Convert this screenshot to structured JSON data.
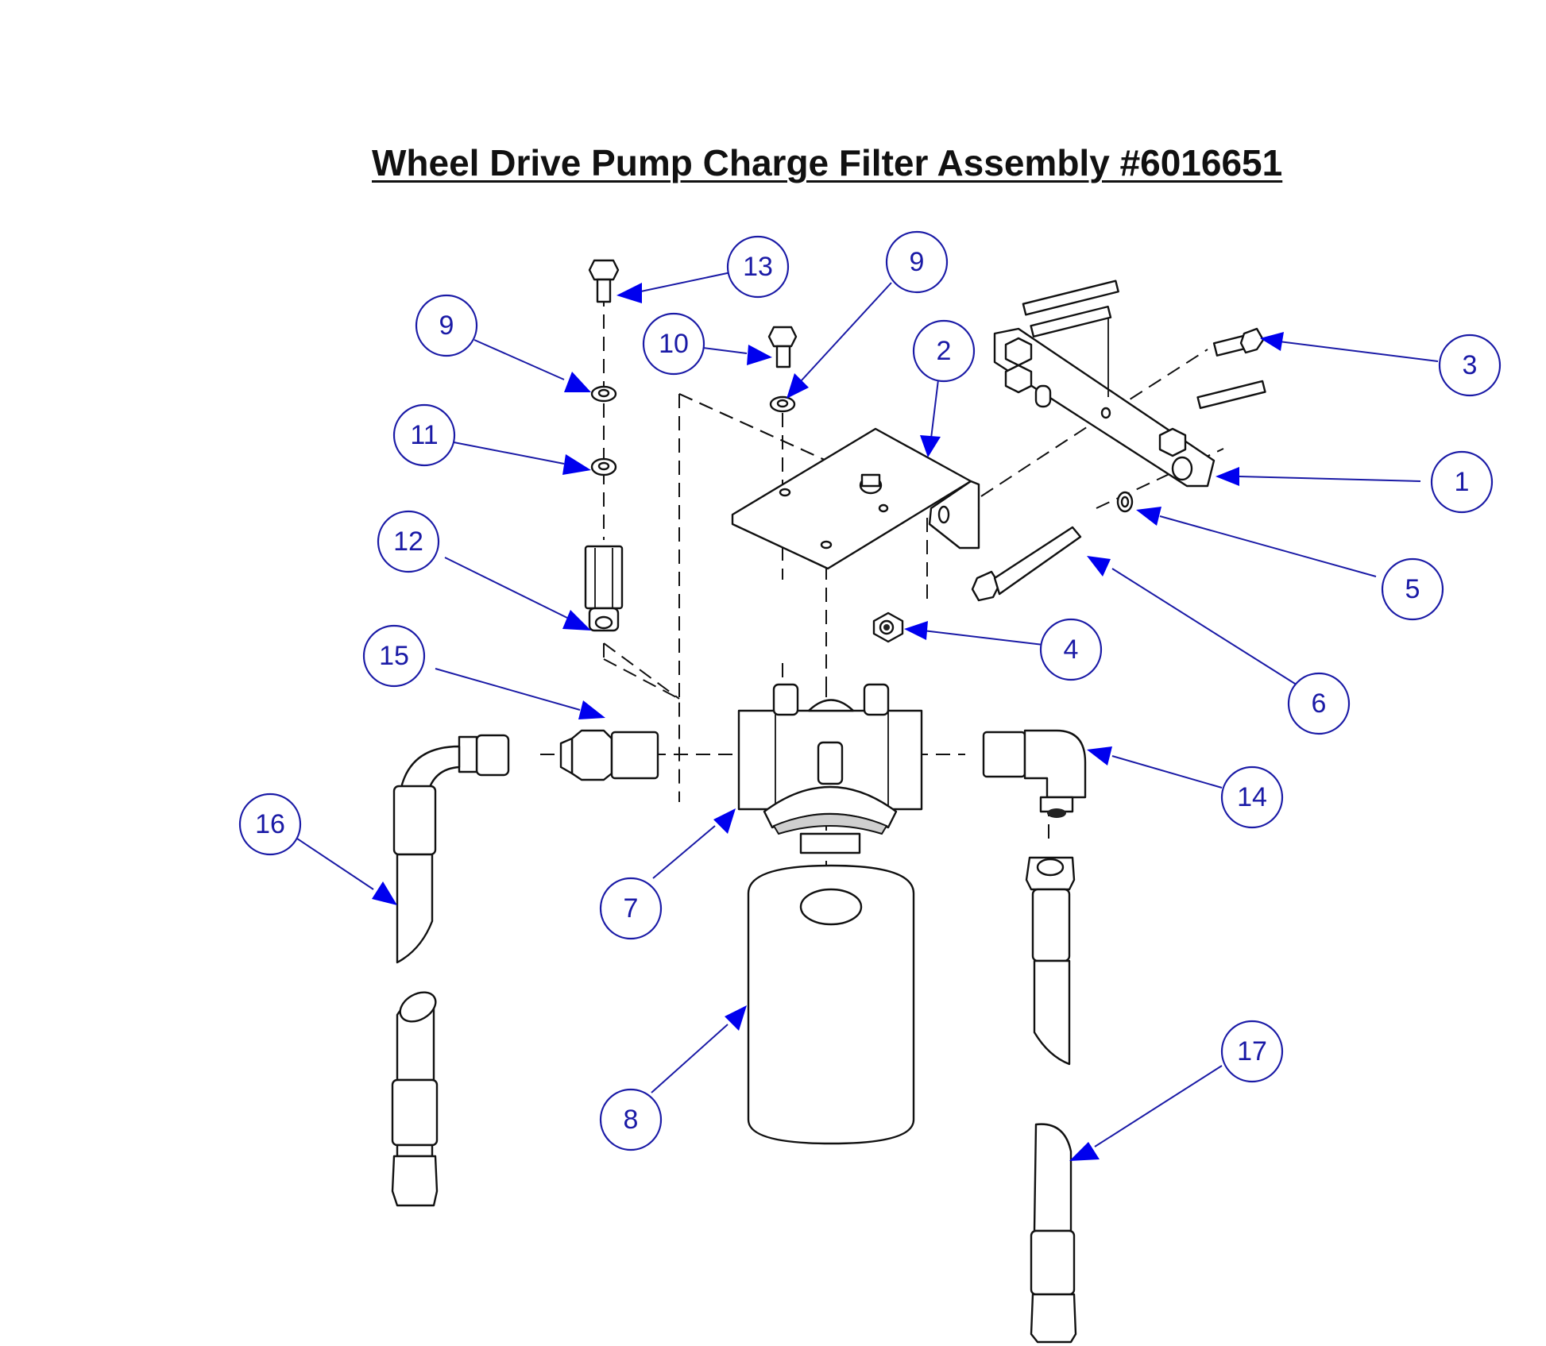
{
  "title": "Wheel Drive Pump Charge Filter Assembly #6016651",
  "callouts": [
    {
      "id": "c1",
      "label": "1"
    },
    {
      "id": "c2",
      "label": "2"
    },
    {
      "id": "c3",
      "label": "3"
    },
    {
      "id": "c4",
      "label": "4"
    },
    {
      "id": "c5",
      "label": "5"
    },
    {
      "id": "c6",
      "label": "6"
    },
    {
      "id": "c7",
      "label": "7"
    },
    {
      "id": "c8",
      "label": "8"
    },
    {
      "id": "c9a",
      "label": "9"
    },
    {
      "id": "c9b",
      "label": "9"
    },
    {
      "id": "c10",
      "label": "10"
    },
    {
      "id": "c11",
      "label": "11"
    },
    {
      "id": "c12",
      "label": "12"
    },
    {
      "id": "c13",
      "label": "13"
    },
    {
      "id": "c14",
      "label": "14"
    },
    {
      "id": "c15",
      "label": "15"
    },
    {
      "id": "c16",
      "label": "16"
    },
    {
      "id": "c17",
      "label": "17"
    }
  ],
  "colors": {
    "callout": "#1a1aa6",
    "arrow": "#0000ee",
    "line": "#111111"
  }
}
